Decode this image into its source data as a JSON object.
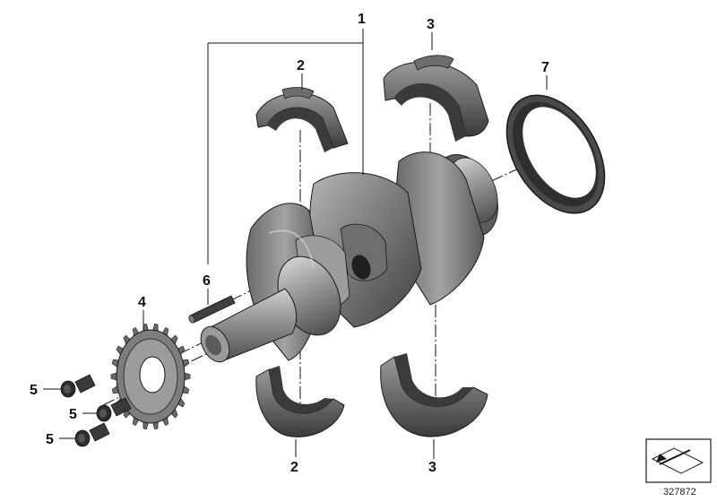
{
  "callouts": {
    "c1": "1",
    "c2_top": "2",
    "c2_bottom": "2",
    "c3_top": "3",
    "c3_bottom": "3",
    "c4": "4",
    "c5_a": "5",
    "c5_b": "5",
    "c5_c": "5",
    "c6": "6",
    "c7": "7"
  },
  "reference_number": "327872",
  "icons": {
    "view_direction": "arrow-view-icon"
  },
  "colors": {
    "part_dark": "#4d4d4d",
    "part_mid": "#8a8a8a",
    "part_light": "#c9c9c9",
    "line": "#111111"
  }
}
